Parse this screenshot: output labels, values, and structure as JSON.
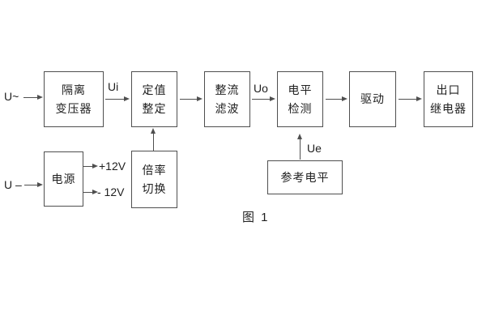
{
  "diagram": {
    "caption": "图 1",
    "colors": {
      "line": "#4f4f4f",
      "text": "#1f1f1f",
      "background": "#ffffff"
    },
    "top_row": {
      "ac_input_label": "U~",
      "isolation_transformer": {
        "line1": "隔离",
        "line2": "变压器"
      },
      "ui_label": "Ui",
      "setting_adjust": {
        "line1": "定值",
        "line2": "整定"
      },
      "rectify_filter": {
        "line1": "整流",
        "line2": "滤波"
      },
      "uo_label": "Uo",
      "level_detect": {
        "line1": "电平",
        "line2": "检测"
      },
      "drive_label": "驱动",
      "output_relay": {
        "line1": "出口",
        "line2": "继电器"
      }
    },
    "bottom_row": {
      "dc_input_label": "U –",
      "power_label": "电源",
      "plus_rail_label": "+12V",
      "minus_rail_label": "- 12V",
      "ratio_switch": {
        "line1": "倍率",
        "line2": "切换"
      },
      "reference_level_label": "参考电平",
      "ue_label": "Ue"
    }
  }
}
